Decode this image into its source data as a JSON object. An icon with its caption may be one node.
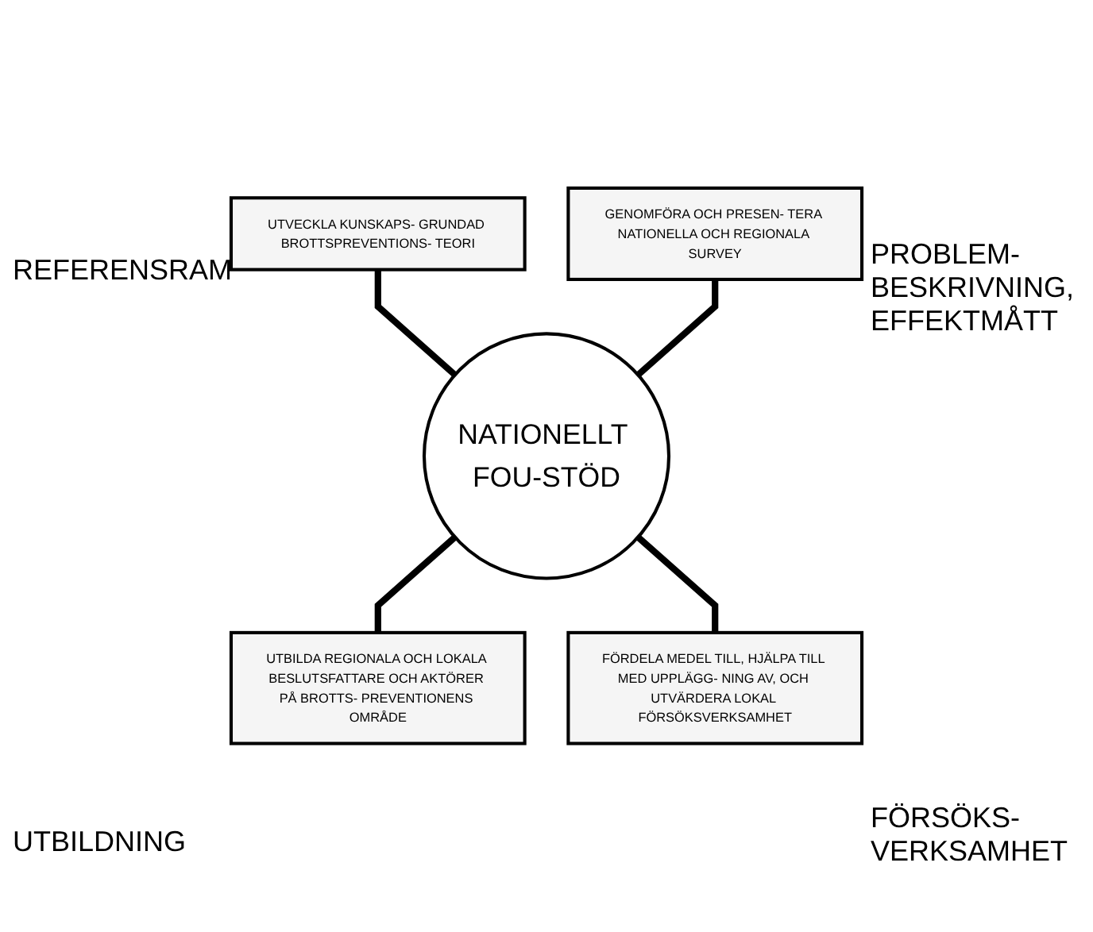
{
  "diagram": {
    "nodes": [
      {
        "text": [
          "UTVECKLA KUNSKAPS- GRUNDAD BROTTSPREVENTIONS- TEORI"
        ]
      },
      {
        "text": [
          "GENOMFÖRA OCH PRESEN- TERA NATIONELLA OCH REGIONALA SURVEY"
        ]
      },
      {
        "text": [
          "NATIONELLT FOU-STÖD"
        ]
      },
      {
        "text": [
          "UTBILDA REGIONALA OCH LOKALA BESLUTSFATTARE OCH AKTÖRER PÅ BROTTS- PREVENTIONENS OMRÅDE"
        ]
      },
      {
        "text": [
          "FÖRDELA MEDEL TILL, HJÄLPA TILL MED UPPLÄGG- NING AV, OCH UTVÄRDERA LOKAL FÖRSÖKSVERKSAMHET"
        ]
      }
    ],
    "edges": [
      {
        "from": 0,
        "to": 2,
        "arrow": "none"
      },
      {
        "from": 1,
        "to": 2,
        "arrow": "none"
      },
      {
        "from": 2,
        "to": 3,
        "arrow": "none"
      },
      {
        "from": 2,
        "to": 4,
        "arrow": "none"
      }
    ],
    "labels": [
      "REFERENSRAM",
      "PROBLEM- BESKRIVNING, EFFEKTMÅTT",
      "UTBILDNING",
      "FÖRSÖKS- VERKSAMHET"
    ]
  }
}
